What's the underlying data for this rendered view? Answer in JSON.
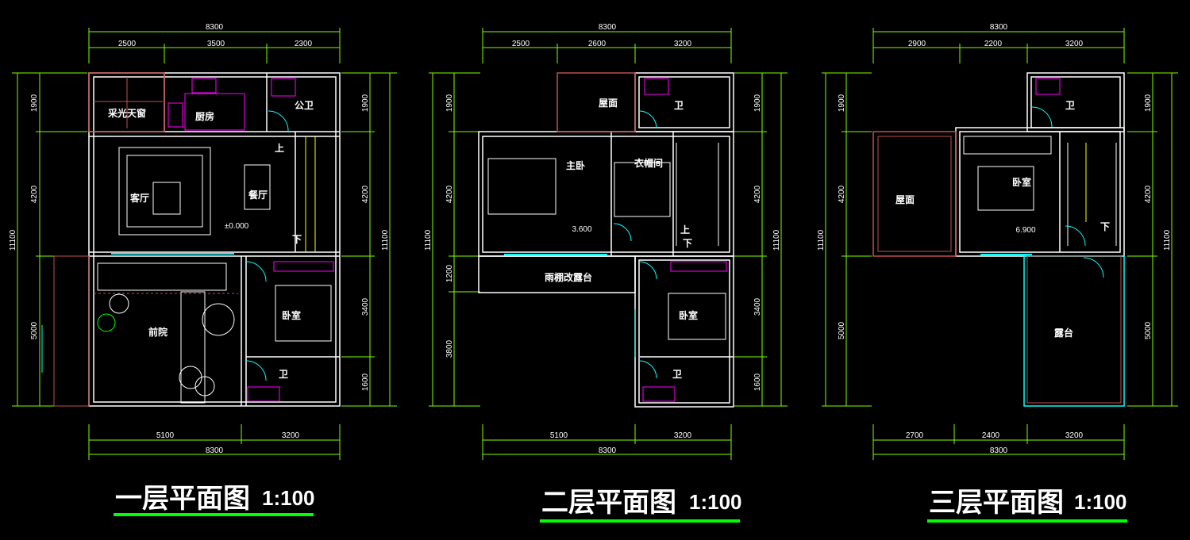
{
  "colors": {
    "dim": "#7fff00",
    "wall": "#ffffff",
    "pink": "#ff00ff",
    "cyan": "#00ffff",
    "brown": "#c0504d",
    "yellow": "#ffff00",
    "underline": "#00ff00",
    "background": "#000000"
  },
  "plan1": {
    "dims": {
      "top_total": "8300",
      "top_a": "2500",
      "top_b": "3500",
      "top_c": "2300",
      "bot_a": "5100",
      "bot_b": "3200",
      "bot_total": "8300",
      "left_a": "1900",
      "left_b": "4200",
      "left_c": "5000",
      "left_total": "11100",
      "right_a": "1900",
      "right_b": "4200",
      "right_c": "3400",
      "right_d": "1600",
      "right_total": "11100"
    },
    "rooms": {
      "skylight": "采光天窗",
      "kitchen": "厨房",
      "public_wc": "公卫",
      "up": "上",
      "living": "客厅",
      "dining": "餐厅",
      "level": "±0.000",
      "down": "下",
      "yard": "前院",
      "bedroom": "卧室",
      "wc": "卫"
    },
    "title": "一层平面图",
    "scale": "1:100"
  },
  "plan2": {
    "dims": {
      "top_total": "8300",
      "top_a": "2500",
      "top_b": "2600",
      "top_c": "3200",
      "bot_a": "5100",
      "bot_b": "3200",
      "bot_total": "8300",
      "left_a": "1900",
      "left_b": "4200",
      "left_c": "1200",
      "left_d": "3800",
      "left_total": "11100",
      "right_a": "1900",
      "right_b": "4200",
      "right_c": "3400",
      "right_d": "1600",
      "right_total": "11100"
    },
    "rooms": {
      "roof": "屋面",
      "wc_top": "卫",
      "master": "主卧",
      "closet": "衣帽间",
      "level": "3.600",
      "up": "上",
      "down": "下",
      "terrace": "雨棚改露台",
      "bedroom": "卧室",
      "wc_bot": "卫"
    },
    "title": "二层平面图",
    "scale": "1:100"
  },
  "plan3": {
    "dims": {
      "top_total": "8300",
      "top_a": "2900",
      "top_b": "2200",
      "top_c": "3200",
      "bot_a": "2700",
      "bot_b": "2400",
      "bot_c": "3200",
      "bot_total": "8300",
      "left_a": "1900",
      "left_b": "4200",
      "left_c": "5000",
      "left_total": "11100",
      "right_a": "1900",
      "right_b": "4200",
      "right_c": "5000",
      "right_total": "11100"
    },
    "rooms": {
      "wc": "卫",
      "bedroom": "卧室",
      "roof": "屋面",
      "level": "6.900",
      "down": "下",
      "terrace": "露台"
    },
    "title": "三层平面图",
    "scale": "1:100"
  }
}
